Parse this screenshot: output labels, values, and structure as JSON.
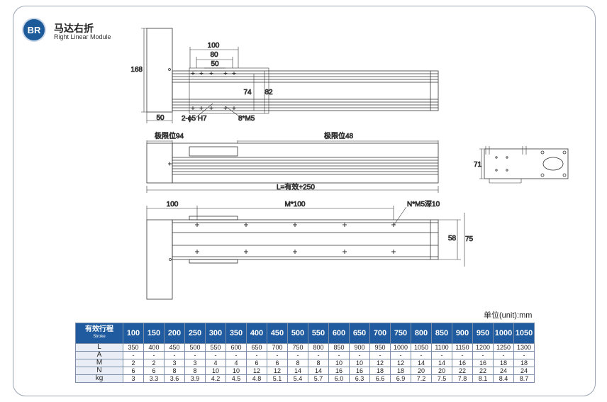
{
  "brand": {
    "logo": "BR",
    "title": "马达右折",
    "subtitle": "Right Linear Module"
  },
  "drawing": {
    "dims": {
      "d168": "168",
      "d50": "50",
      "d100": "100",
      "d80": "80",
      "d50b": "50",
      "d74": "74",
      "d82": "82",
      "pin": "2-ϕ5 H7",
      "holes": "8*M5",
      "limit_left": "极限位94",
      "limit_right": "极限位48",
      "length": "L=有效+250",
      "d71": "71",
      "d100b": "100",
      "m100": "M*100",
      "nm5": "N*M5深10",
      "d58": "58",
      "d75": "75"
    }
  },
  "table": {
    "unit": "单位(unit):mm",
    "header_label": "有效行程",
    "header_sub": "Stroke",
    "strokes": [
      "100",
      "150",
      "200",
      "250",
      "300",
      "350",
      "400",
      "450",
      "500",
      "550",
      "600",
      "650",
      "700",
      "750",
      "800",
      "850",
      "900",
      "950",
      "1000",
      "1050"
    ],
    "rows": [
      {
        "label": "L",
        "values": [
          "350",
          "400",
          "450",
          "500",
          "550",
          "600",
          "650",
          "700",
          "750",
          "800",
          "850",
          "900",
          "950",
          "1000",
          "1050",
          "1100",
          "1150",
          "1200",
          "1250",
          "1300"
        ]
      },
      {
        "label": "A",
        "values": [
          "-",
          "-",
          "-",
          "-",
          "-",
          "-",
          "-",
          "-",
          "-",
          "-",
          "-",
          "-",
          "-",
          "-",
          "-",
          "-",
          "-",
          "-",
          "-",
          "-"
        ]
      },
      {
        "label": "M",
        "values": [
          "2",
          "2",
          "3",
          "3",
          "4",
          "4",
          "6",
          "6",
          "8",
          "8",
          "10",
          "10",
          "12",
          "12",
          "14",
          "14",
          "16",
          "16",
          "18",
          "18"
        ]
      },
      {
        "label": "N",
        "values": [
          "6",
          "6",
          "8",
          "8",
          "10",
          "10",
          "12",
          "12",
          "14",
          "14",
          "16",
          "16",
          "18",
          "18",
          "20",
          "20",
          "22",
          "22",
          "24",
          "24"
        ]
      },
      {
        "label": "kg",
        "values": [
          "3",
          "3.3",
          "3.6",
          "3.9",
          "4.2",
          "4.5",
          "4.8",
          "5.1",
          "5.4",
          "5.7",
          "6.0",
          "6.3",
          "6.6",
          "6.9",
          "7.2",
          "7.5",
          "7.8",
          "8.1",
          "8.4",
          "8.7"
        ]
      }
    ]
  }
}
